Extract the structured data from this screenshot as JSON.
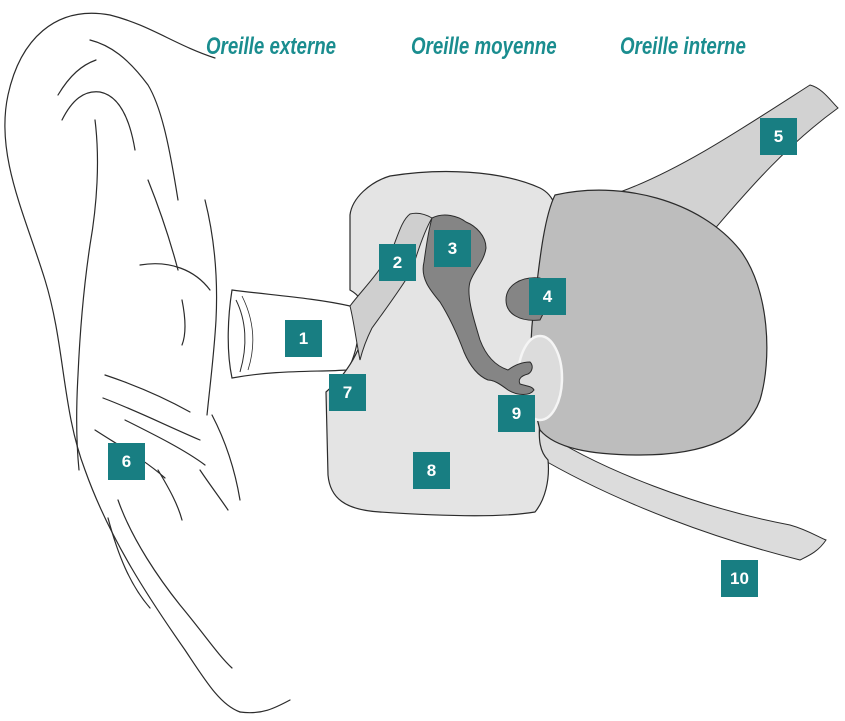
{
  "colors": {
    "title": "#1a8d8f",
    "tag_bg": "#187e82",
    "tag_text": "#ffffff",
    "outline": "#2b2b2b",
    "tissue_light": "#e4e4e4",
    "tissue_mid": "#cfcfcf",
    "cochlea": "#bdbdbd",
    "ossicle_dark": "#858585",
    "nerve": "#d2d2d2"
  },
  "titles": {
    "outer_ear": "Oreille externe",
    "middle_ear": "Oreille moyenne",
    "inner_ear": "Oreille interne"
  },
  "labels": {
    "n1": "1",
    "n2": "2",
    "n3": "3",
    "n4": "4",
    "n5": "5",
    "n6": "6",
    "n7": "7",
    "n8": "8",
    "n9": "9",
    "n10": "10"
  }
}
